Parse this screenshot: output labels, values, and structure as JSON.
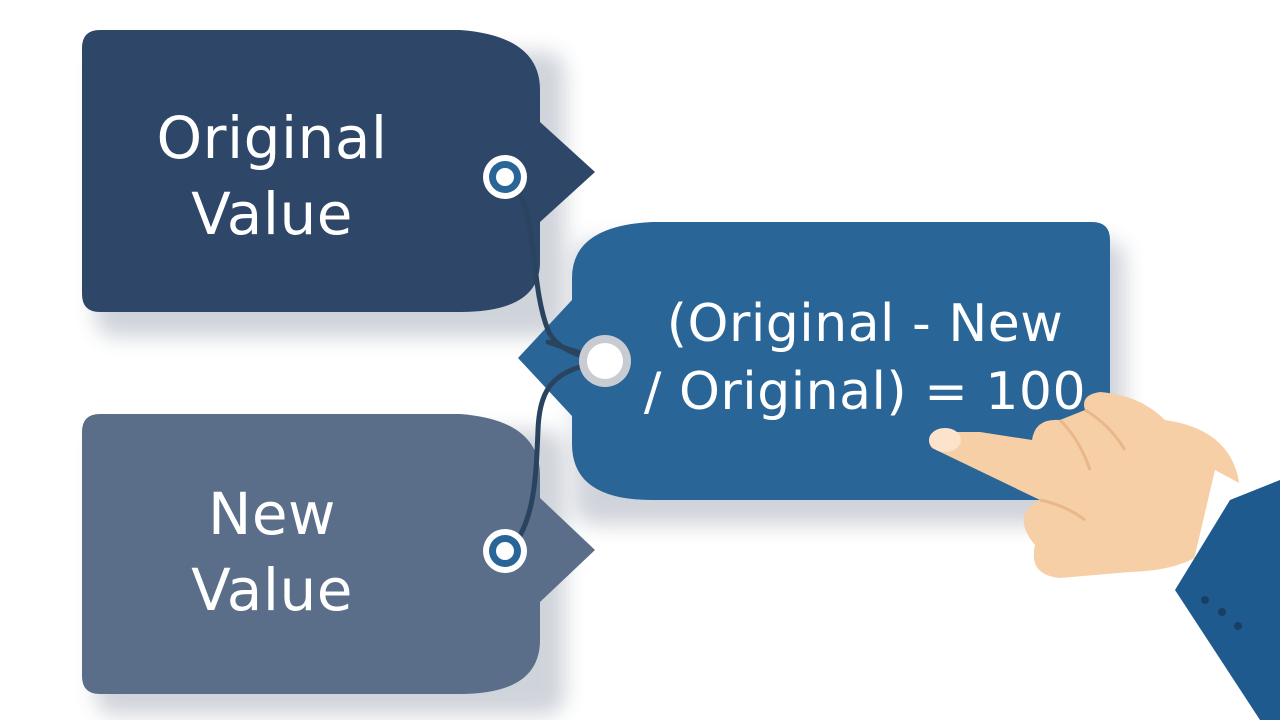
{
  "original_tag": {
    "line1": "Original",
    "line2": "Value",
    "color": "#2e4668"
  },
  "new_tag": {
    "line1": "New",
    "line2": "Value",
    "color": "#5a6e89"
  },
  "formula_tag": {
    "line1": "(Original - New",
    "line2": "/ Original) = 100",
    "color": "#2a6598"
  },
  "colors": {
    "background": "#ffffff",
    "string": "#2a4460",
    "skin": "#f7cfa6",
    "sleeve": "#1f5a8f"
  },
  "icons": [
    "pointing-hand-icon",
    "string-icon",
    "eyelet-icon"
  ]
}
